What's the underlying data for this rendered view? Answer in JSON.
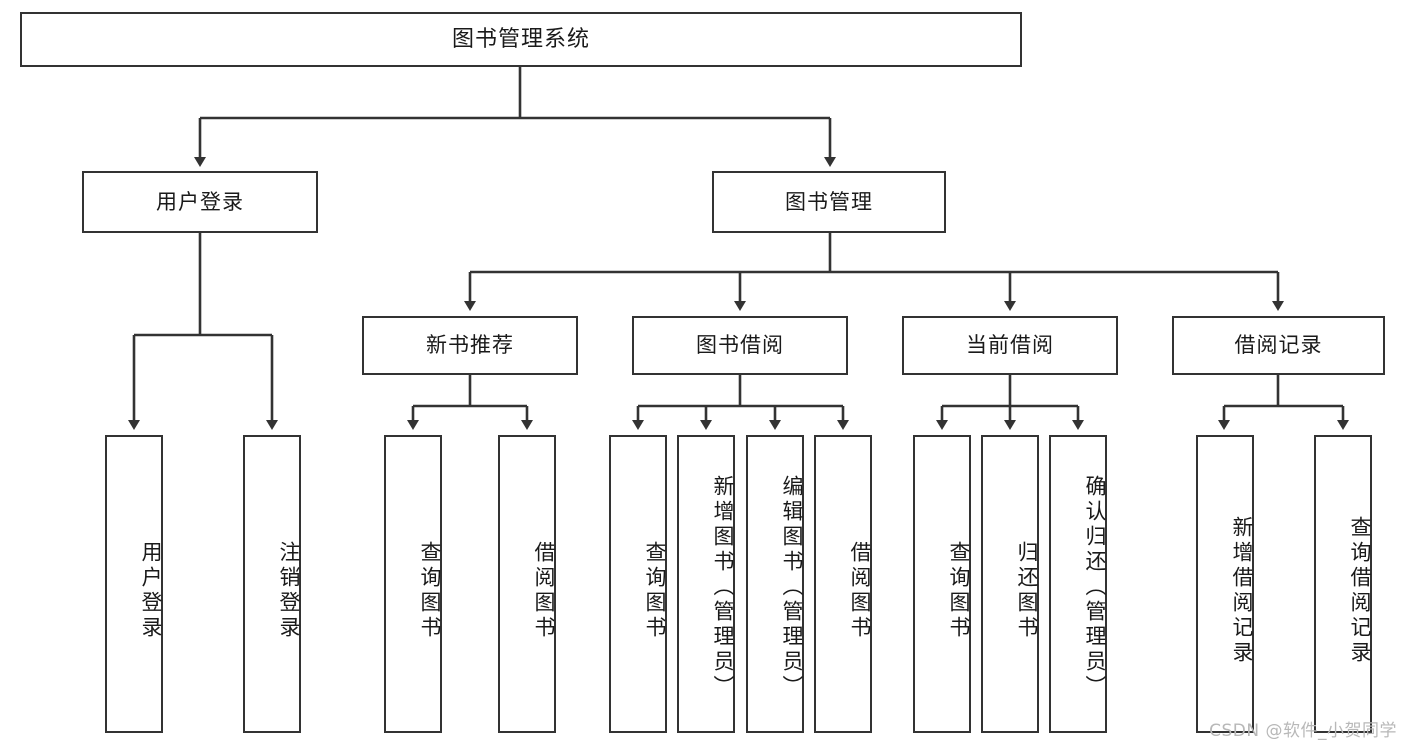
{
  "diagram": {
    "title": "图书管理系统",
    "type": "functional-structure-tree",
    "watermark": "CSDN @软件_小贺同学",
    "colors": {
      "border": "#333333",
      "background": "#ffffff",
      "text": "#1a1a1a",
      "edge": "#333333",
      "watermark": "#b8b8b8"
    },
    "levels": {
      "root": {
        "label": "图书管理系统"
      },
      "level2": [
        {
          "label": "用户登录"
        },
        {
          "label": "图书管理"
        }
      ],
      "level3": [
        {
          "label": "新书推荐"
        },
        {
          "label": "图书借阅"
        },
        {
          "label": "当前借阅"
        },
        {
          "label": "借阅记录"
        }
      ]
    },
    "groups": [
      {
        "parent": "用户登录",
        "leaves": [
          {
            "label": "用户登录"
          },
          {
            "label": "注销登录"
          }
        ]
      },
      {
        "parent": "新书推荐",
        "leaves": [
          {
            "label": "查询图书"
          },
          {
            "label": "借阅图书"
          }
        ]
      },
      {
        "parent": "图书借阅",
        "leaves": [
          {
            "label": "查询图书"
          },
          {
            "label": "新增图书（管理员）"
          },
          {
            "label": "编辑图书（管理员）"
          },
          {
            "label": "借阅图书"
          }
        ]
      },
      {
        "parent": "当前借阅",
        "leaves": [
          {
            "label": "查询图书"
          },
          {
            "label": "归还图书"
          },
          {
            "label": "确认归还（管理员）"
          }
        ]
      },
      {
        "parent": "借阅记录",
        "leaves": [
          {
            "label": "新增借阅记录"
          },
          {
            "label": "查询借阅记录"
          }
        ]
      }
    ],
    "nodes": {
      "root": "图书管理系统",
      "user_login": "用户登录",
      "book_manage": "图书管理",
      "new_book_rec": "新书推荐",
      "book_borrow": "图书借阅",
      "current_borrow": "当前借阅",
      "borrow_record": "借阅记录",
      "leaf_user_login": "用户登录",
      "leaf_user_logout": "注销登录",
      "leaf_rec_query": "查询图书",
      "leaf_rec_borrow": "借阅图书",
      "leaf_borrow_query": "查询图书",
      "leaf_borrow_add": "新增图书（管理员）",
      "leaf_borrow_edit": "编辑图书（管理员）",
      "leaf_borrow_borrow": "借阅图书",
      "leaf_cur_query": "查询图书",
      "leaf_cur_return": "归还图书",
      "leaf_cur_confirm": "确认归还（管理员）",
      "leaf_rec_add": "新增借阅记录",
      "leaf_rec_search": "查询借阅记录"
    }
  }
}
